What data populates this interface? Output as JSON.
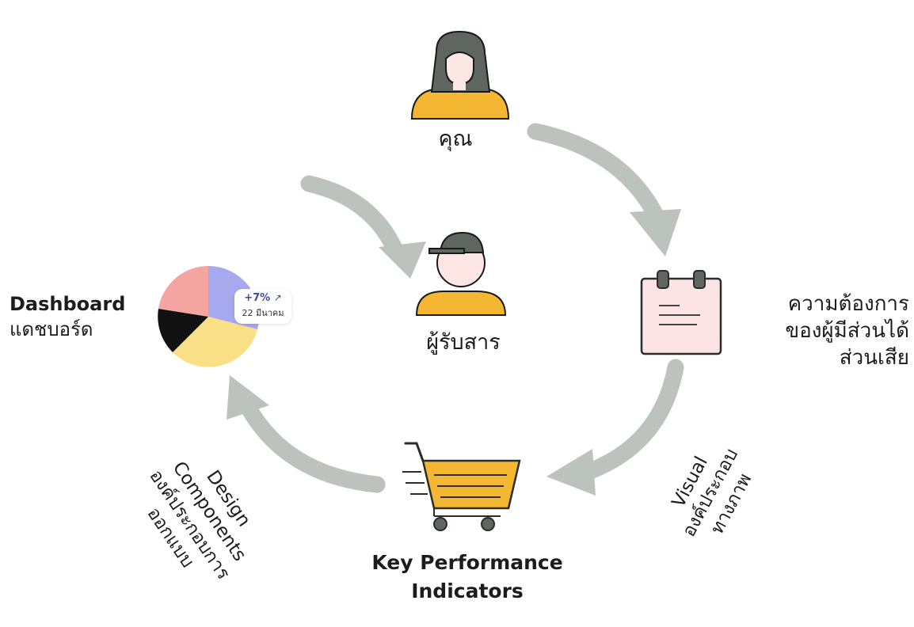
{
  "nodes": {
    "you": {
      "label": "คุณ"
    },
    "audience": {
      "label": "ผู้รับสาร"
    },
    "stakeholder_needs": {
      "lines": [
        "ความต้องการ",
        "ของผู้มีส่วนได้",
        "ส่วนเสีย"
      ]
    },
    "kpi": {
      "lines": [
        "Key Performance",
        "Indicators"
      ]
    },
    "dashboard": {
      "en": "Dashboard",
      "th": "แดชบอร์ด",
      "badge": {
        "change": "+7%",
        "trend_icon": "trend-up-icon",
        "date": "22 มีนาคม"
      }
    }
  },
  "edges": {
    "visual": {
      "lines": [
        "Visual",
        "องค์ประกอบ",
        "ทางภาพ"
      ]
    },
    "design": {
      "lines": [
        "Design",
        "Components",
        "องค์ประกอบการ",
        "ออกแบบ"
      ]
    }
  },
  "colors": {
    "arrow": "#bcc3bd",
    "person_hair": "#5f6661",
    "person_shirt": "#f3b731",
    "skin": "#fde7e4",
    "clipboard": "#fce4e4",
    "cart": "#f3b731",
    "pie_pink": "#f4a5a2",
    "pie_lavender": "#a7a9ef",
    "pie_yellow": "#f9df85",
    "pie_black": "#111111"
  }
}
